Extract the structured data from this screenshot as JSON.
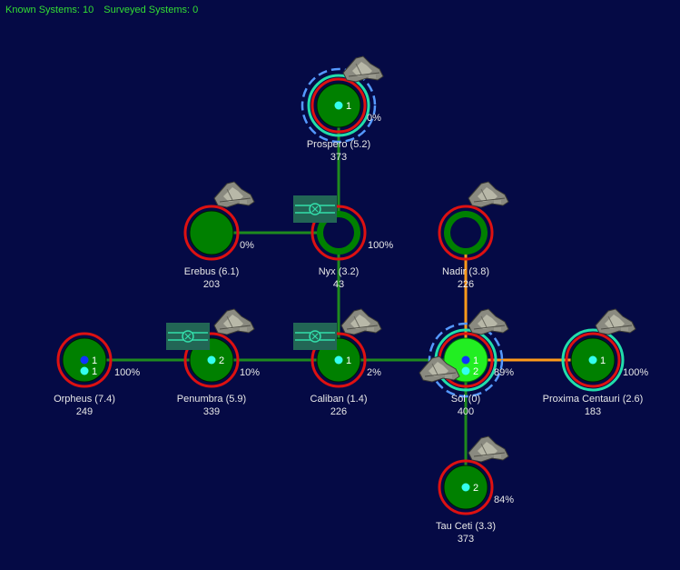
{
  "header": {
    "known": "Known Systems: 10",
    "surveyed": "Surveyed Systems: 0"
  },
  "systems": [
    {
      "id": "prospero",
      "name": "Prospero  (5.2)",
      "pop": "373",
      "pct": "0%",
      "count": "1"
    },
    {
      "id": "erebus",
      "name": "Erebus  (6.1)",
      "pop": "203",
      "pct": "0%",
      "count": ""
    },
    {
      "id": "nyx",
      "name": "Nyx  (3.2)",
      "pop": "43",
      "pct": "100%",
      "count": ""
    },
    {
      "id": "nadir",
      "name": "Nadir  (3.8)",
      "pop": "226",
      "pct": "",
      "count": ""
    },
    {
      "id": "orpheus",
      "name": "Orpheus  (7.4)",
      "pop": "249",
      "pct": "100%",
      "count": "1",
      "count2": "1"
    },
    {
      "id": "penumbra",
      "name": "Penumbra  (5.9)",
      "pop": "339",
      "pct": "10%",
      "count": "2"
    },
    {
      "id": "caliban",
      "name": "Caliban  (1.4)",
      "pop": "226",
      "pct": "2%",
      "count": "1"
    },
    {
      "id": "sol",
      "name": "Sol  (0)",
      "pop": "400",
      "pct": "89%",
      "count": "1",
      "count2": "2"
    },
    {
      "id": "proxima",
      "name": "Proxima Centauri  (2.6)",
      "pop": "183",
      "pct": "100%",
      "count": "1"
    },
    {
      "id": "tauceti",
      "name": "Tau Ceti  (3.3)",
      "pop": "373",
      "pct": "84%",
      "count": "2"
    }
  ],
  "icons": {
    "ship": "ship-icon",
    "jump_gate": "jump-gate-icon"
  },
  "colors": {
    "background": "#050a45",
    "planet_green": "#008000",
    "home_green": "#22ee22",
    "link_green": "#1e8a1e",
    "link_orange": "#ff9a1a",
    "ring_red": "#dd1111",
    "ring_teal": "#22ddaa",
    "ring_blue_dashed": "#5599ff",
    "fleet_cyan": "#33ffee",
    "fleet_blue": "#1133ff"
  }
}
